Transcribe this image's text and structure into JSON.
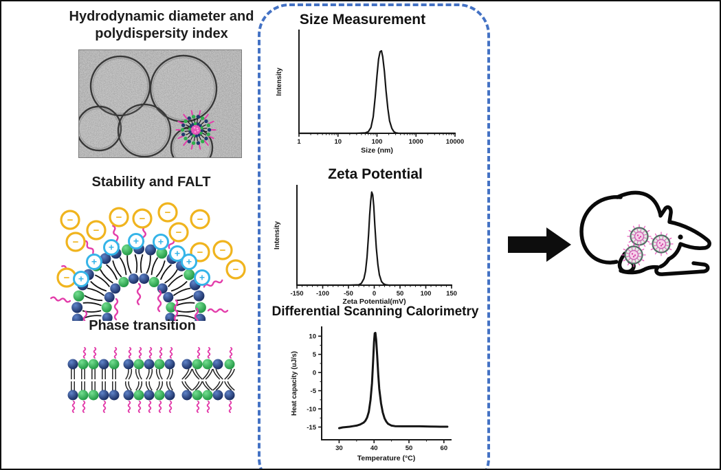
{
  "figure": {
    "sections": {
      "hydrodynamic": {
        "title": "Hydrodynamic diameter and polydispersity index"
      },
      "stability": {
        "title": "Stability and FALT",
        "minus_symbol": "−",
        "plus_symbol": "+"
      },
      "phase": {
        "title": "Phase transition"
      }
    }
  },
  "chart_data": [
    {
      "type": "line",
      "title": "Size Measurement",
      "xlabel": "Size (nm)",
      "ylabel": "Intensity",
      "x_scale": "log",
      "x_range": [
        1,
        10000
      ],
      "x_ticks": [
        1,
        10,
        100,
        1000,
        10000
      ],
      "y_range": [
        0,
        1.25
      ],
      "grid": false,
      "legend": null,
      "peak_summary": {
        "center_nm": 120,
        "approx_span_nm": [
          60,
          300
        ]
      },
      "points": [
        [
          1,
          0
        ],
        [
          10,
          0
        ],
        [
          30,
          0
        ],
        [
          50,
          0.005
        ],
        [
          60,
          0.02
        ],
        [
          70,
          0.07
        ],
        [
          80,
          0.2
        ],
        [
          90,
          0.44
        ],
        [
          100,
          0.7
        ],
        [
          110,
          0.9
        ],
        [
          120,
          0.99
        ],
        [
          130,
          1.0
        ],
        [
          140,
          0.93
        ],
        [
          155,
          0.75
        ],
        [
          170,
          0.52
        ],
        [
          190,
          0.3
        ],
        [
          210,
          0.15
        ],
        [
          240,
          0.06
        ],
        [
          270,
          0.02
        ],
        [
          300,
          0.007
        ],
        [
          350,
          0.002
        ],
        [
          400,
          0
        ],
        [
          1000,
          0
        ],
        [
          10000,
          0
        ]
      ]
    },
    {
      "type": "line",
      "title": "Zeta Potential",
      "xlabel": "Zeta Potential(mV)",
      "ylabel": "Intensity",
      "x_scale": "linear",
      "x_range": [
        -150,
        150
      ],
      "x_ticks": [
        -150,
        -100,
        -50,
        0,
        50,
        100,
        150
      ],
      "y_range": [
        0,
        1.07
      ],
      "grid": false,
      "legend": null,
      "peak_summary": {
        "center_mV": -5,
        "approx_span_mV": [
          -25,
          20
        ]
      },
      "points": [
        [
          -150,
          0
        ],
        [
          -100,
          0
        ],
        [
          -50,
          0
        ],
        [
          -30,
          0.004
        ],
        [
          -25,
          0.02
        ],
        [
          -20,
          0.07
        ],
        [
          -17,
          0.15
        ],
        [
          -14,
          0.3
        ],
        [
          -11,
          0.55
        ],
        [
          -9,
          0.75
        ],
        [
          -7,
          0.9
        ],
        [
          -5,
          1.0
        ],
        [
          -3,
          0.97
        ],
        [
          -1,
          0.85
        ],
        [
          1,
          0.65
        ],
        [
          4,
          0.4
        ],
        [
          7,
          0.22
        ],
        [
          10,
          0.11
        ],
        [
          14,
          0.04
        ],
        [
          18,
          0.015
        ],
        [
          22,
          0.005
        ],
        [
          28,
          0
        ],
        [
          60,
          0
        ],
        [
          100,
          0
        ],
        [
          150,
          0
        ]
      ]
    },
    {
      "type": "line",
      "title": "Differential Scanning Calorimetry",
      "xlabel": "Temperature (°C)",
      "ylabel": "Heat capacity (uJ/s)",
      "x_scale": "linear",
      "x_range": [
        25,
        62
      ],
      "x_ticks": [
        30,
        40,
        50,
        60
      ],
      "y_range": [
        -18.5,
        12.5
      ],
      "y_ticks": [
        10,
        5,
        0,
        -5,
        -10,
        -15
      ],
      "grid": false,
      "legend": null,
      "peak_summary": {
        "center_C": 40.3,
        "peak_value": 11,
        "baseline_value": -15
      },
      "points": [
        [
          30,
          -15.3
        ],
        [
          31,
          -15.1
        ],
        [
          32,
          -15.0
        ],
        [
          33,
          -14.9
        ],
        [
          34,
          -14.75
        ],
        [
          35,
          -14.6
        ],
        [
          36,
          -14.3
        ],
        [
          37,
          -13.8
        ],
        [
          37.5,
          -13.3
        ],
        [
          38,
          -12.4
        ],
        [
          38.5,
          -10.8
        ],
        [
          39,
          -7.5
        ],
        [
          39.4,
          -3
        ],
        [
          39.7,
          2.5
        ],
        [
          40,
          8.5
        ],
        [
          40.2,
          10.8
        ],
        [
          40.4,
          10.9
        ],
        [
          40.6,
          9
        ],
        [
          40.9,
          4.5
        ],
        [
          41.2,
          -0.5
        ],
        [
          41.5,
          -4.5
        ],
        [
          42,
          -8.5
        ],
        [
          42.5,
          -11
        ],
        [
          43,
          -12.6
        ],
        [
          43.5,
          -13.5
        ],
        [
          44,
          -14.1
        ],
        [
          45,
          -14.6
        ],
        [
          46,
          -14.75
        ],
        [
          48,
          -14.8
        ],
        [
          50,
          -14.8
        ],
        [
          53,
          -14.8
        ],
        [
          56,
          -14.85
        ],
        [
          59,
          -14.9
        ],
        [
          61,
          -14.9
        ]
      ]
    }
  ],
  "colors": {
    "dash_border": "#4472c4",
    "navy": "#1f3a6e",
    "green": "#2fae4c",
    "magenta": "#e33daa",
    "yellow": "#f0b41e",
    "light_blue": "#35b4e8",
    "axis": "#181818"
  }
}
